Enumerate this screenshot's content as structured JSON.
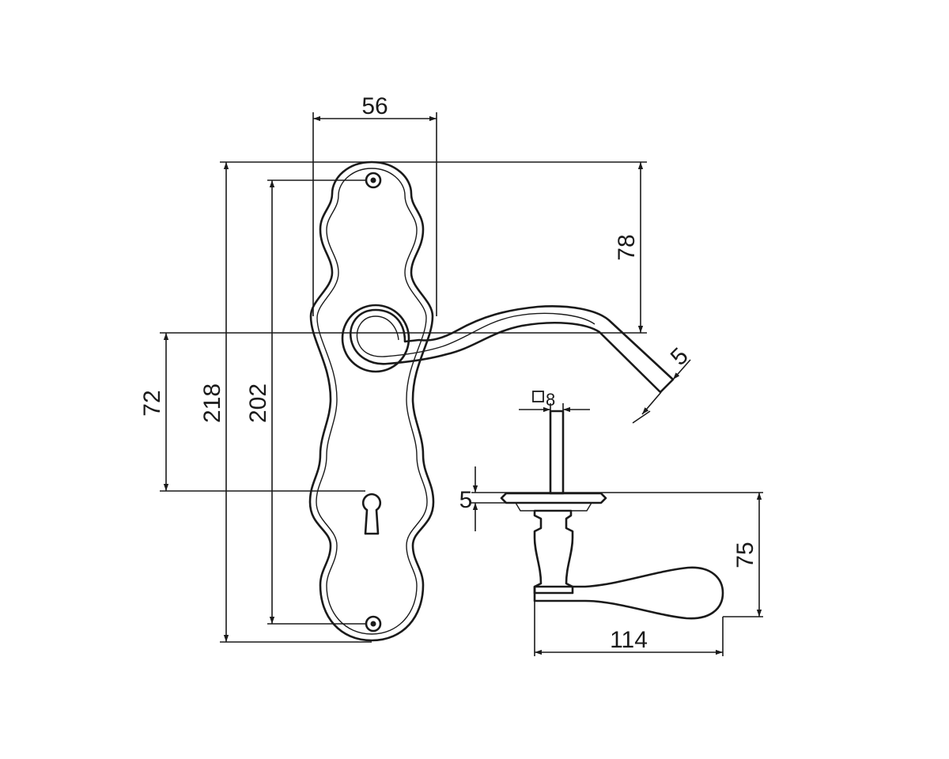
{
  "dimensions": {
    "plate_width": "56",
    "plate_height": "218",
    "screw_spacing": "202",
    "handle_height": "78",
    "handle_to_keyhole": "72",
    "lever_thickness": "5",
    "spindle_square": "8",
    "rose_thickness": "5",
    "lever_projection": "75",
    "lever_length": "114"
  },
  "colors": {
    "line": "#1a1a1a",
    "background": "#ffffff"
  }
}
